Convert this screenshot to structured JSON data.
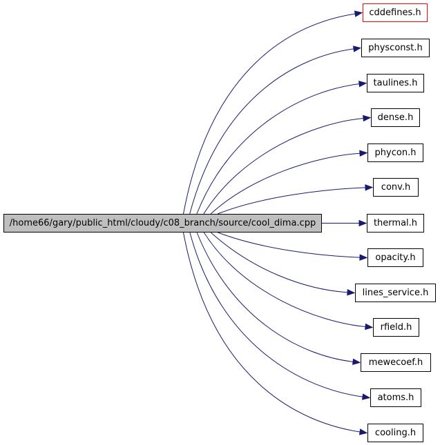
{
  "graph": {
    "root": {
      "label": "/home66/gary/public_html/cloudy/c08_branch/source/cool_dima.cpp"
    },
    "includes": [
      {
        "label": "cddefines.h",
        "missing": true
      },
      {
        "label": "physconst.h"
      },
      {
        "label": "taulines.h"
      },
      {
        "label": "dense.h"
      },
      {
        "label": "phycon.h"
      },
      {
        "label": "conv.h"
      },
      {
        "label": "thermal.h"
      },
      {
        "label": "opacity.h"
      },
      {
        "label": "lines_service.h"
      },
      {
        "label": "rfield.h"
      },
      {
        "label": "mewecoef.h"
      },
      {
        "label": "atoms.h"
      },
      {
        "label": "cooling.h"
      }
    ],
    "colors": {
      "edge": "#191970",
      "root_fill": "#bfbfbf",
      "missing_border": "#ff0000"
    }
  }
}
